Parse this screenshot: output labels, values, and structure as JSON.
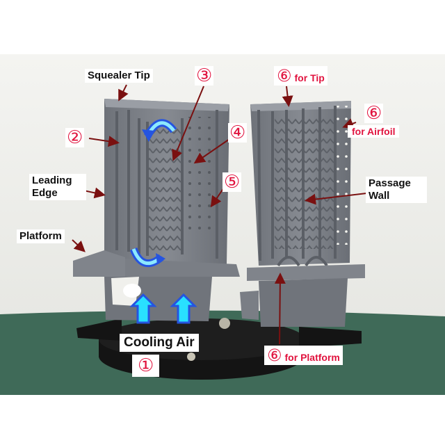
{
  "labels": {
    "squealer_tip": "Squealer Tip",
    "leading_edge": "Leading Edge",
    "platform": "Platform",
    "passage_wall": "Passage Wall",
    "cooling_air": "Cooling Air",
    "num_1": "①",
    "num_2": "②",
    "num_3": "③",
    "num_4": "④",
    "num_5": "⑤",
    "num_6": "⑥",
    "for_tip": "for Tip",
    "for_airfoil": "for Airfoil",
    "for_platform": "for Platform"
  },
  "colors": {
    "background": "#f2f2ef",
    "table_green": "#3f6a58",
    "blade_gray": "#7b7f86",
    "base_black": "#141414",
    "label_red": "#e1133e",
    "arrow_cyan": "#29e0ff",
    "arrow_blue": "#2554e0"
  }
}
